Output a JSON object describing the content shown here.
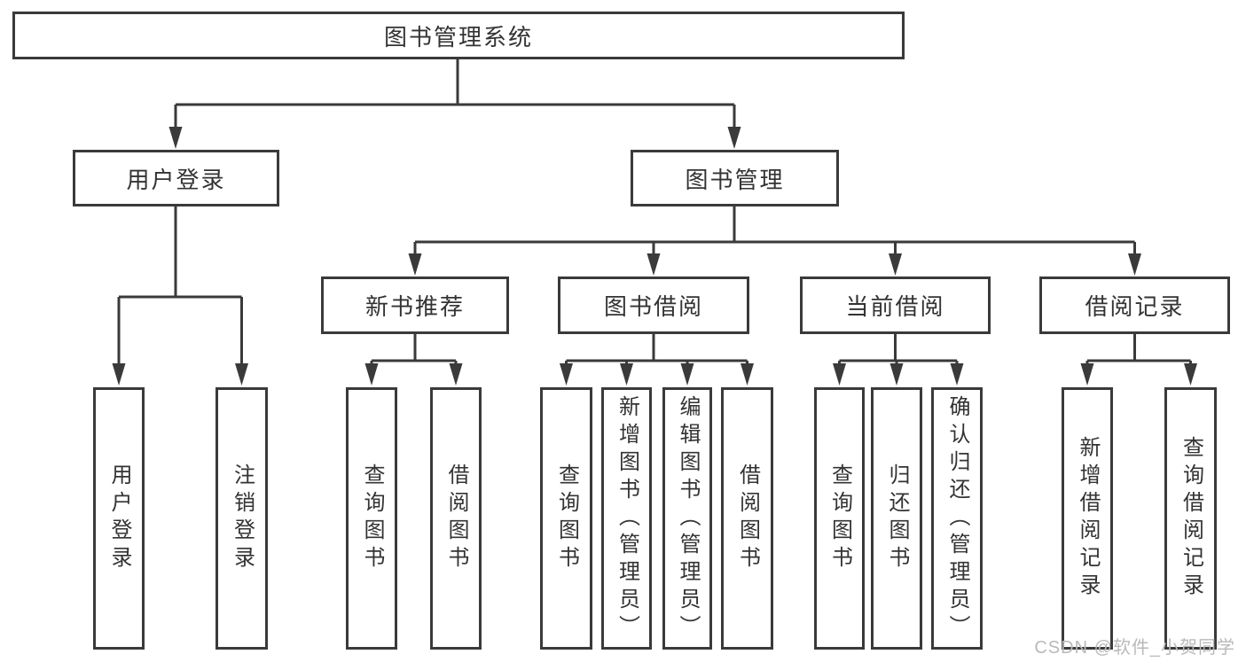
{
  "diagram": {
    "root": "图书管理系统",
    "level2": [
      {
        "label": "用户登录",
        "children": [
          "用户登录",
          "注销登录"
        ]
      },
      {
        "label": "图书管理"
      }
    ],
    "level3": [
      {
        "label": "新书推荐",
        "children": [
          "查询图书",
          "借阅图书"
        ]
      },
      {
        "label": "图书借阅",
        "children": [
          "查询图书",
          "新增图书（管理员）",
          "编辑图书（管理员）",
          "借阅图书"
        ]
      },
      {
        "label": "当前借阅",
        "children": [
          "查询图书",
          "归还图书",
          "确认归还（管理员）"
        ]
      },
      {
        "label": "借阅记录",
        "children": [
          "新增借阅记录",
          "查询借阅记录"
        ]
      }
    ],
    "watermark": "CSDN @软件_小贺同学",
    "colors": {
      "line": "#3a3a3a",
      "text": "#333333",
      "watermark": "#b9b9b9",
      "background": "#ffffff"
    }
  }
}
